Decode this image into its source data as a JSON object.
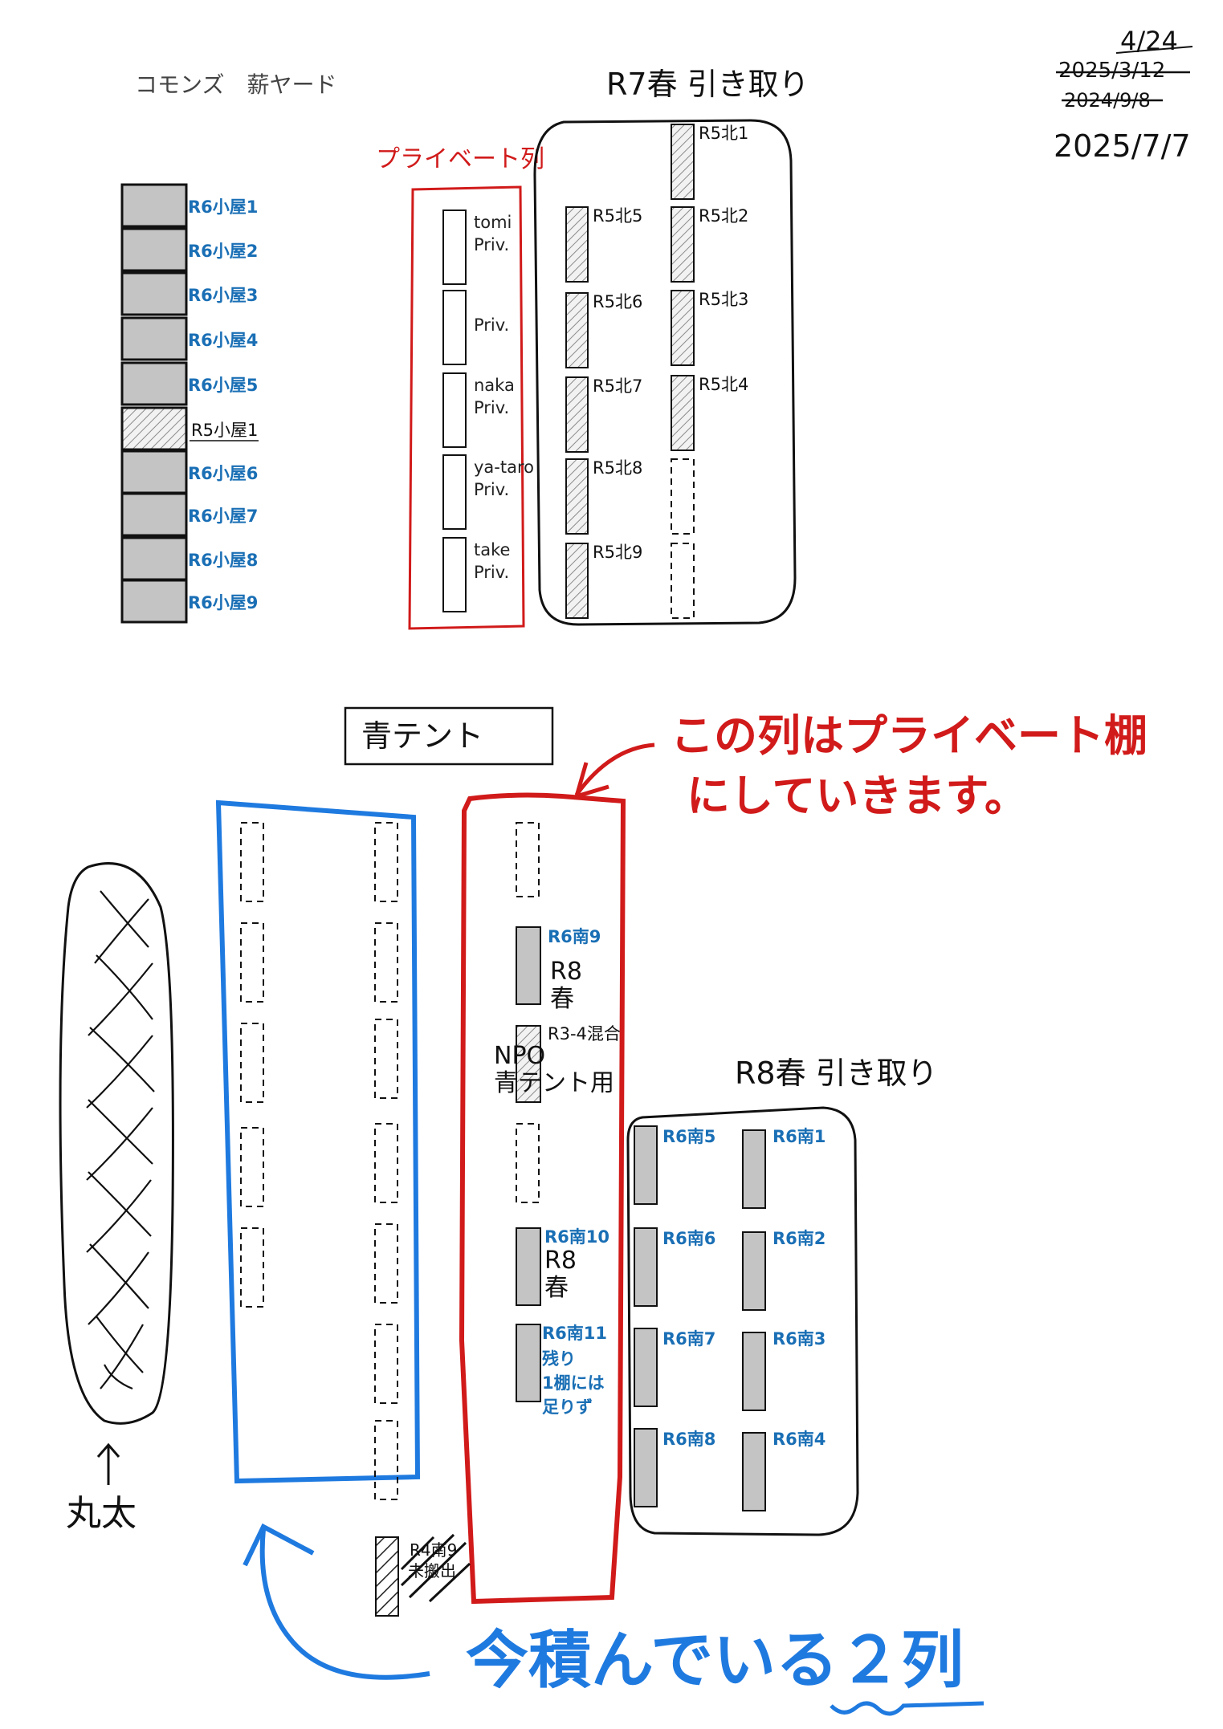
{
  "header": {
    "title": "コモンズ　薪ヤード",
    "date_current": "2025/7/7",
    "date_struck": [
      "4/24",
      "2025/3/12",
      "2024/9/8"
    ]
  },
  "colors": {
    "blue_label": "#1a6fb5",
    "gray_fill": "#c4c4c4",
    "red_annot": "#d11a1a",
    "blue_annot": "#1f7ae0",
    "ink": "#111111"
  },
  "sheds": {
    "items": [
      {
        "label": "R6小屋1",
        "type": "r6"
      },
      {
        "label": "R6小屋2",
        "type": "r6"
      },
      {
        "label": "R6小屋3",
        "type": "r6"
      },
      {
        "label": "R6小屋4",
        "type": "r6"
      },
      {
        "label": "R6小屋5",
        "type": "r6"
      },
      {
        "label": "R5小屋1",
        "type": "r5"
      },
      {
        "label": "R6小屋6",
        "type": "r6"
      },
      {
        "label": "R6小屋7",
        "type": "r6"
      },
      {
        "label": "R6小屋8",
        "type": "r6"
      },
      {
        "label": "R6小屋9",
        "type": "r6"
      }
    ]
  },
  "private_column": {
    "heading": "プライベート列",
    "slots": [
      {
        "label": "tomi\nPriv."
      },
      {
        "label": "Priv."
      },
      {
        "label": "naka\nPriv."
      },
      {
        "label": "ya-taro\nPriv."
      },
      {
        "label": "take\nPriv."
      }
    ]
  },
  "r7_group": {
    "heading": "R7春 引き取り",
    "left_col": [
      "R5北5",
      "R5北6",
      "R5北7",
      "R5北8",
      "R5北9"
    ],
    "right_col": [
      "R5北1",
      "R5北2",
      "R5北3",
      "R5北4",
      "",
      ""
    ]
  },
  "blue_tent": {
    "label": "青テント"
  },
  "red_annotation": {
    "line1": "この列はプライベート棚",
    "line2": "にしていきます。"
  },
  "red_column": {
    "items": [
      {
        "label": "R6南9",
        "note": "R8\n春"
      },
      {
        "label": "R3-4混合",
        "note": "NPO\n青テント用"
      },
      {
        "label": "R6南10",
        "note": "R8\n春"
      },
      {
        "label": "R6南11",
        "note": "残り\n1棚には\n足りず"
      }
    ]
  },
  "r8_group": {
    "heading": "R8春 引き取り",
    "left_col": [
      "R6南5",
      "R6南6",
      "R6南7",
      "R6南8"
    ],
    "right_col": [
      "R6南1",
      "R6南2",
      "R6南3",
      "R6南4"
    ]
  },
  "r4": {
    "label": "R4南9\n未搬出"
  },
  "logs": {
    "label": "丸太"
  },
  "blue_annotation": {
    "text": "今積んでいる２列"
  }
}
